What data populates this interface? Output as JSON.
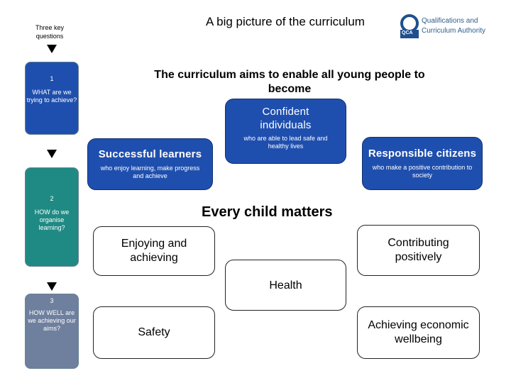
{
  "header": {
    "title": "A big picture of the curriculum",
    "left_label": "Three key questions",
    "logo_line1": "Qualifications and",
    "logo_line2": "Curriculum Authority",
    "logo_mark": "QCA"
  },
  "questions": [
    {
      "num": "1",
      "text": "WHAT are we trying to achieve?"
    },
    {
      "num": "2",
      "text": "HOW do we organise learning?"
    },
    {
      "num": "3",
      "text": "HOW WELL are we achieving our aims?"
    }
  ],
  "aims": {
    "heading": "The curriculum aims to enable all young people to become",
    "confident": {
      "title": "Confident individuals",
      "sub": "who are able to lead safe and healthy lives"
    },
    "successful": {
      "title": "Successful learners",
      "sub": "who enjoy learning, make progress and achieve"
    },
    "responsible": {
      "title": "Responsible citizens",
      "sub": "who make a positive contribution to society"
    }
  },
  "ecm": {
    "heading": "Every child matters",
    "enjoying": "Enjoying and achieving",
    "contributing": "Contributing positively",
    "health": "Health",
    "safety": "Safety",
    "economic": "Achieving economic wellbeing"
  },
  "colors": {
    "blue": "#1f4fae",
    "teal": "#1f8a84",
    "grey_blue": "#6f7f9e"
  }
}
